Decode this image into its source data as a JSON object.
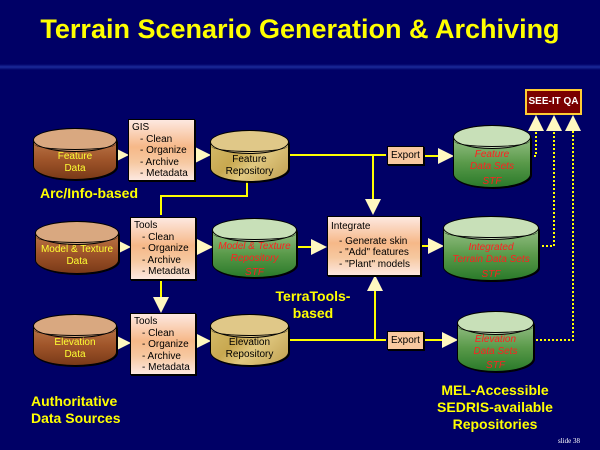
{
  "title": "Terrain Scenario Generation & Archiving",
  "sources": {
    "feature": {
      "line1": "Feature",
      "line2": "Data"
    },
    "model": {
      "line1": "Model & Texture",
      "line2": "Data"
    },
    "elevation": {
      "line1": "Elevation",
      "line2": "Data"
    }
  },
  "process_boxes": {
    "gis": {
      "title": "GIS",
      "items": [
        "- Clean",
        "- Organize",
        "- Archive",
        "- Metadata"
      ]
    },
    "tools_model": {
      "title": "Tools",
      "items": [
        "- Clean",
        "- Organize",
        "- Archive",
        "- Metadata"
      ]
    },
    "tools_elev": {
      "title": "Tools",
      "items": [
        "- Clean",
        "- Organize",
        "- Archive",
        "- Metadata"
      ]
    },
    "integrate": {
      "title": "Integrate",
      "items": [
        "- Generate skin",
        "- \"Add\" features",
        "- \"Plant\" models"
      ]
    }
  },
  "repositories": {
    "feature": {
      "line1": "Feature",
      "line2": "Repository"
    },
    "model": {
      "line1": "Model & Texture",
      "line2": "Repository",
      "format": "STF"
    },
    "elevation": {
      "line1": "Elevation",
      "line2": "Repository"
    }
  },
  "exports": {
    "top": "Export",
    "bottom": "Export"
  },
  "outputs": {
    "feature": {
      "line1": "Feature",
      "line2": "Data Sets",
      "format": "STF"
    },
    "integrated": {
      "line1": "Integrated",
      "line2": "Terrain Data Sets",
      "format": "STF"
    },
    "elevation": {
      "line1": "Elevation",
      "line2": "Data Sets",
      "format": "STF"
    }
  },
  "qa": "SEE-IT QA",
  "notes": {
    "arcinfo": "Arc/Info-based",
    "terratools1": "TerraTools-",
    "terratools2": "based",
    "auth1": "Authoritative",
    "auth2": "Data Sources",
    "mel1": "MEL-Accessible",
    "mel2": "SEDRIS-available",
    "mel3": "Repositories"
  },
  "slide_number": "slide 38",
  "colors": {
    "background": "#000066",
    "accent": "#ffff00",
    "qa": "#7a0000",
    "stf": "#ff2020"
  }
}
